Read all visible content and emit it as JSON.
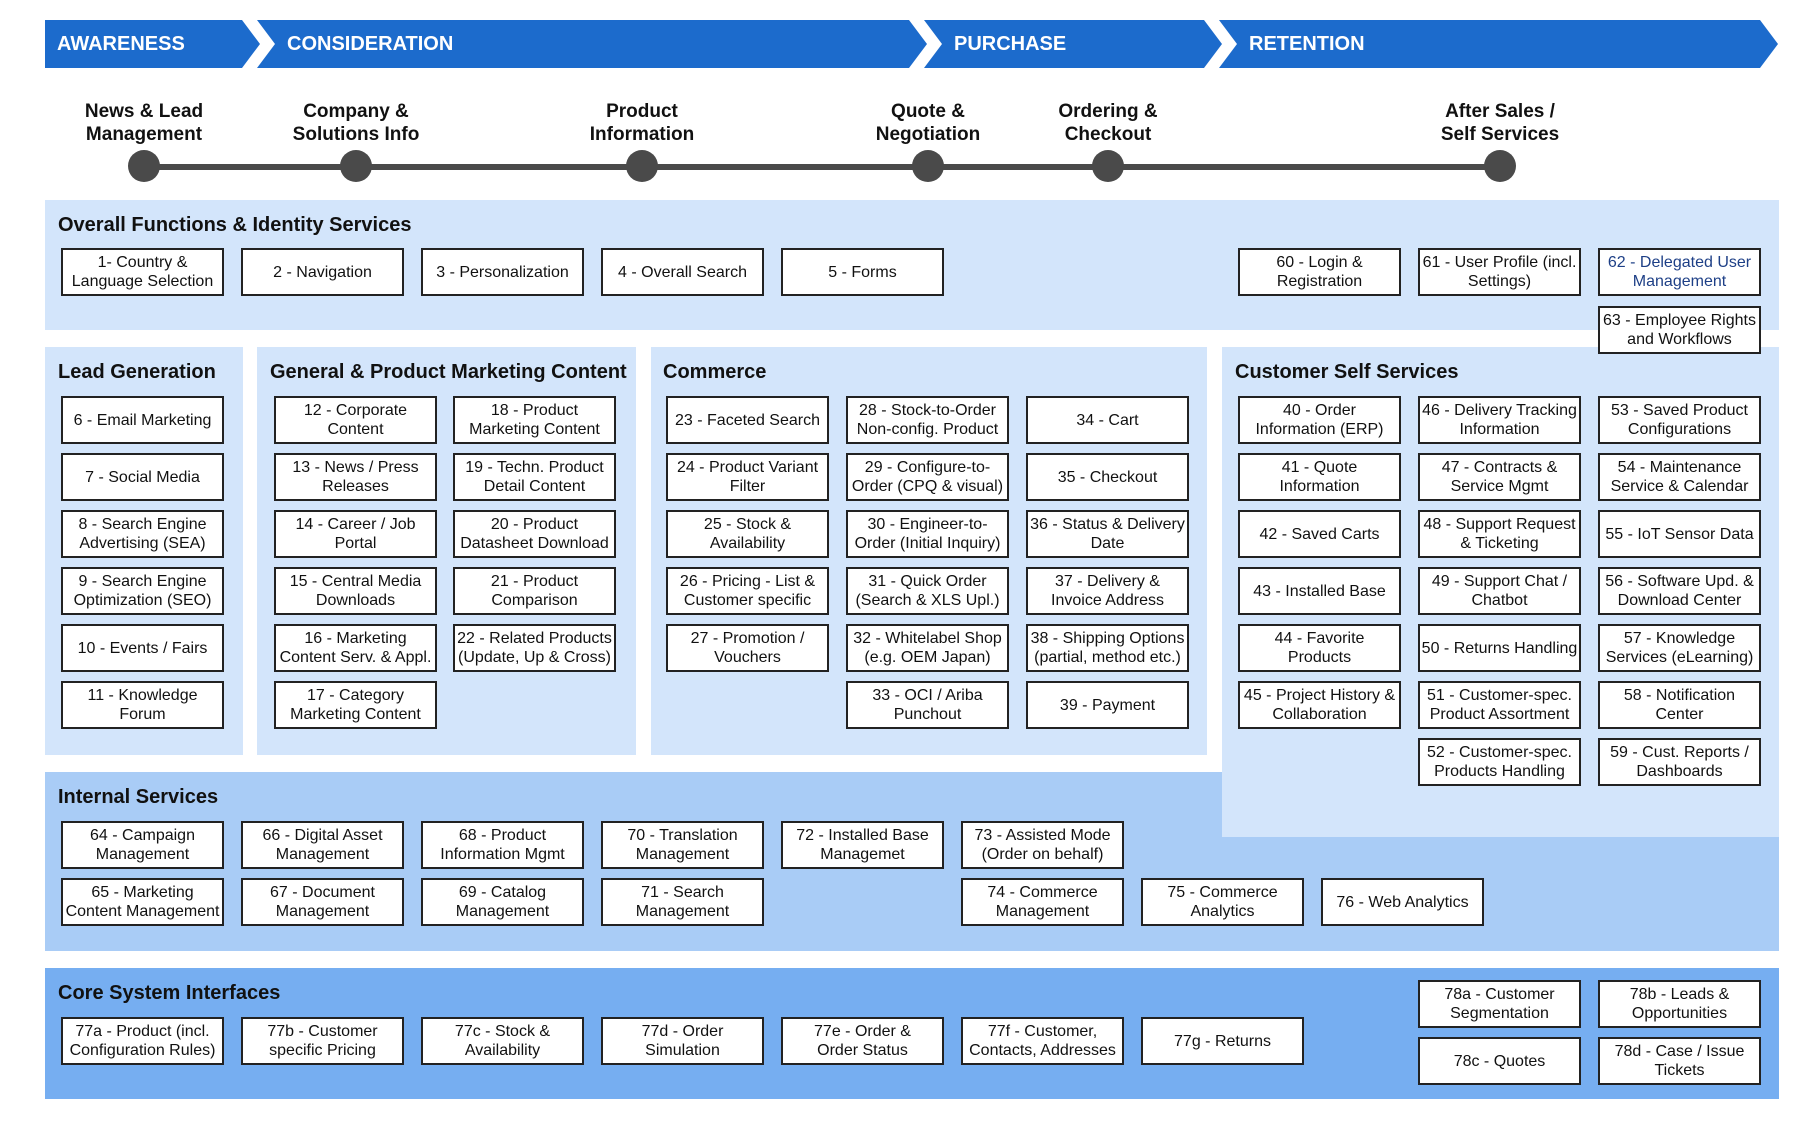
{
  "phases": [
    {
      "label": "AWARENESS"
    },
    {
      "label": "CONSIDERATION"
    },
    {
      "label": "PURCHASE"
    },
    {
      "label": "RETENTION"
    }
  ],
  "stages": [
    {
      "label": "News & Lead\nManagement"
    },
    {
      "label": "Company &\nSolutions Info"
    },
    {
      "label": "Product\nInformation"
    },
    {
      "label": "Quote &\nNegotiation"
    },
    {
      "label": "Ordering &\nCheckout"
    },
    {
      "label": "After Sales /\nSelf Services"
    }
  ],
  "sections": {
    "overall": {
      "title": "Overall Functions & Identity Services"
    },
    "lead": {
      "title": "Lead Generation"
    },
    "marketing": {
      "title": "General & Product Marketing Content"
    },
    "commerce": {
      "title": "Commerce"
    },
    "self_services": {
      "title": "Customer Self Services"
    },
    "internal": {
      "title": "Internal Services"
    },
    "core": {
      "title": "Core System Interfaces"
    }
  },
  "boxes": {
    "b1": "1- Country &\nLanguage Selection",
    "b2": "2 - Navigation",
    "b3": "3 - Personalization",
    "b4": "4 - Overall Search",
    "b5": "5 - Forms",
    "b60": "60 - Login &\nRegistration",
    "b61": "61 - User Profile (incl.\nSettings)",
    "b62": "62 - Delegated User\nManagement",
    "b63": "63 - Employee Rights\nand Workflows",
    "b6": "6 - Email Marketing",
    "b7": "7 - Social Media",
    "b8": "8 - Search Engine\nAdvertising (SEA)",
    "b9": "9 - Search Engine\nOptimization (SEO)",
    "b10": "10 - Events / Fairs",
    "b11": "11 - Knowledge\nForum",
    "b12": "12 - Corporate\nContent",
    "b13": "13 - News / Press\nReleases",
    "b14": "14 - Career / Job\nPortal",
    "b15": "15 - Central Media\nDownloads",
    "b16": "16 - Marketing\nContent Serv. & Appl.",
    "b17": "17 - Category\nMarketing Content",
    "b18": "18 - Product\nMarketing Content",
    "b19": "19 - Techn. Product\nDetail Content",
    "b20": "20 - Product\nDatasheet Download",
    "b21": "21 - Product\nComparison",
    "b22": "22 - Related Products\n(Update, Up & Cross)",
    "b23": "23 - Faceted Search",
    "b24": "24 - Product Variant\nFilter",
    "b25": "25 - Stock &\nAvailability",
    "b26": "26 - Pricing - List &\nCustomer specific",
    "b27": "27 - Promotion /\nVouchers",
    "b28": "28 - Stock-to-Order\nNon-config. Product",
    "b29": "29 - Configure-to-\nOrder (CPQ & visual)",
    "b30": "30 - Engineer-to-\nOrder (Initial Inquiry)",
    "b31": "31 - Quick Order\n(Search & XLS Upl.)",
    "b32": "32 - Whitelabel Shop\n(e.g. OEM Japan)",
    "b33": "33 - OCI / Ariba\nPunchout",
    "b34": "34 - Cart",
    "b35": "35 - Checkout",
    "b36": "36 - Status & Delivery\nDate",
    "b37": "37 - Delivery &\nInvoice Address",
    "b38": "38 - Shipping Options\n(partial, method etc.)",
    "b39": "39 - Payment",
    "b40": "40 - Order\nInformation (ERP)",
    "b41": "41 - Quote\nInformation",
    "b42": "42 - Saved Carts",
    "b43": "43 - Installed Base",
    "b44": "44 - Favorite\nProducts",
    "b45": "45 - Project History &\nCollaboration",
    "b46": "46 - Delivery Tracking\nInformation",
    "b47": "47 - Contracts &\nService Mgmt",
    "b48": "48 - Support Request\n& Ticketing",
    "b49": "49 - Support Chat /\nChatbot",
    "b50": "50 - Returns Handling",
    "b51": "51 - Customer-spec.\nProduct Assortment",
    "b52": "52 - Customer-spec.\nProducts Handling",
    "b53": "53 - Saved Product\nConfigurations",
    "b54": "54 - Maintenance\nService & Calendar",
    "b55": "55 - IoT Sensor Data",
    "b56": "56 - Software Upd. &\nDownload Center",
    "b57": "57 - Knowledge\nServices (eLearning)",
    "b58": "58 - Notification\nCenter",
    "b59": "59 - Cust. Reports /\nDashboards",
    "b64": "64 - Campaign\nManagement",
    "b65": "65 - Marketing\nContent Management",
    "b66": "66 - Digital Asset\nManagement",
    "b67": "67 - Document\nManagement",
    "b68": "68 - Product\nInformation Mgmt",
    "b69": "69 - Catalog\nManagement",
    "b70": "70 - Translation\nManagement",
    "b71": "71 - Search\nManagement",
    "b72": "72 - Installed Base\nManagemet",
    "b73": "73 - Assisted Mode\n(Order on behalf)",
    "b74": "74 - Commerce\nManagement",
    "b75": "75 - Commerce\nAnalytics",
    "b76": "76 - Web Analytics",
    "b77a": "77a - Product (incl.\nConfiguration Rules)",
    "b77b": "77b - Customer\nspecific Pricing",
    "b77c": "77c - Stock &\nAvailability",
    "b77d": "77d - Order\nSimulation",
    "b77e": "77e - Order &\nOrder Status",
    "b77f": "77f - Customer,\nContacts, Addresses",
    "b77g": "77g - Returns",
    "b78a": "78a - Customer\nSegmentation",
    "b78b": "78b - Leads &\nOpportunities",
    "b78c": "78c - Quotes",
    "b78d": "78d - Case / Issue\nTickets"
  },
  "colors": {
    "phase_arrow": "#1c6bcc",
    "panel_light": "#d3e5fb",
    "panel_internal": "#a9ccf6",
    "panel_core": "#76aef1",
    "timeline": "#4a4a4a",
    "highlight_text": "#1d3f86"
  }
}
